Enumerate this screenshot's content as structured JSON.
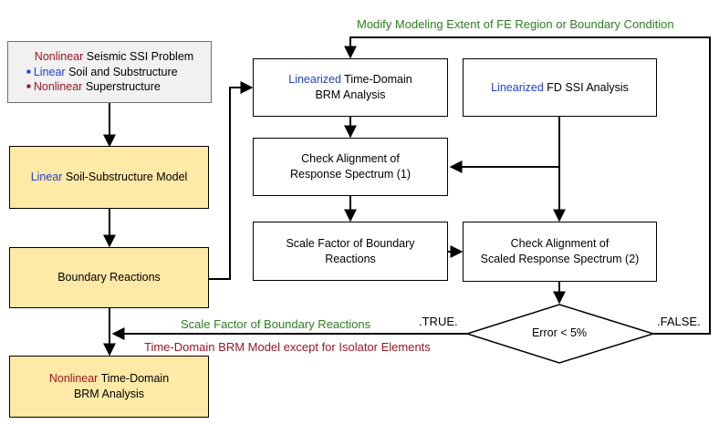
{
  "problem_box": {
    "title_highlight": "Nonlinear",
    "title_rest": " Seismic SSI Problem",
    "line1_highlight": "Linear",
    "line1_rest": " Soil and Substructure",
    "line2_highlight": "Nonlinear",
    "line2_rest": " Superstructure"
  },
  "soil_model": {
    "highlight": "Linear",
    "rest": " Soil-Substructure Model"
  },
  "boundary_reactions": {
    "label": "Boundary Reactions"
  },
  "final_analysis": {
    "highlight": "Nonlinear",
    "line1_rest": " Time-Domain",
    "line2": "BRM Analysis"
  },
  "time_domain_brm": {
    "highlight": "Linearized",
    "line1_rest": " Time-Domain",
    "line2": "BRM Analysis"
  },
  "fd_ssi": {
    "highlight": "Linearized",
    "rest": " FD SSI Analysis"
  },
  "check1": {
    "line1": "Check Alignment of",
    "line2": "Response Spectrum (1)"
  },
  "scale_factor": {
    "line1": "Scale Factor of Boundary",
    "line2": "Reactions"
  },
  "check2": {
    "line1": "Check Alignment of",
    "line2": "Scaled Response Spectrum (2)"
  },
  "decision": {
    "label": "Error < 5%"
  },
  "labels": {
    "modify": "Modify Modeling Extent of FE Region or Boundary Condition",
    "true": ".TRUE.",
    "false": ".FALSE.",
    "scale_reactions": "Scale Factor of Boundary Reactions",
    "brm_except": "Time-Domain BRM Model except for Isolator Elements"
  },
  "colors": {
    "linear_blue": "#1f3fd6",
    "nonlinear_red": "#a0141e",
    "label_green": "#2e7d22",
    "label_red": "#a0141e",
    "yellow_fill": "#ffe9a6",
    "gray_fill": "#f1f1f1"
  }
}
